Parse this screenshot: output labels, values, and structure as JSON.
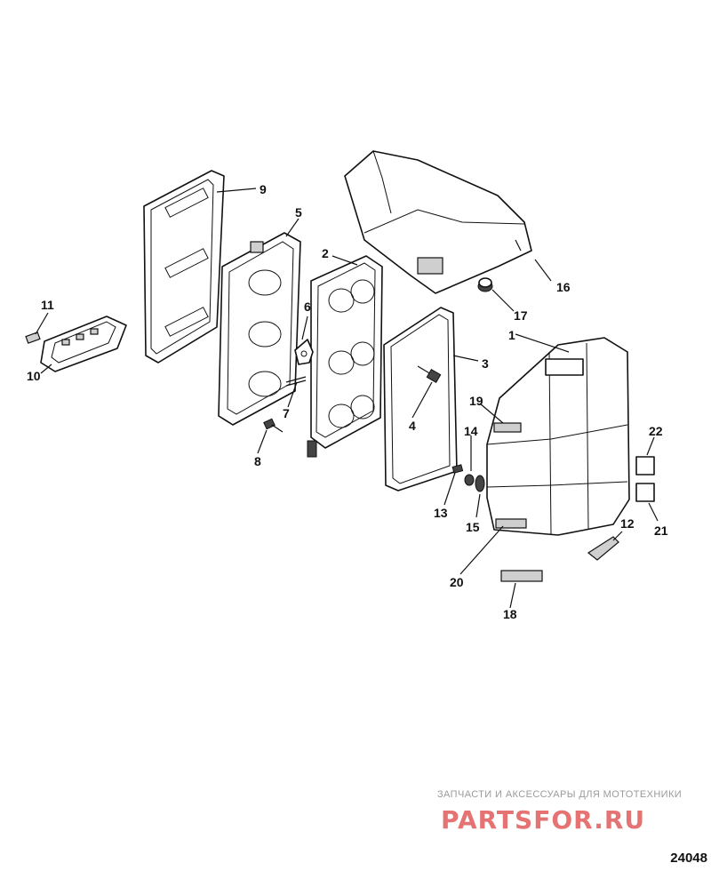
{
  "diagram": {
    "callouts": [
      "1",
      "2",
      "3",
      "4",
      "5",
      "6",
      "7",
      "8",
      "9",
      "10",
      "11",
      "12",
      "13",
      "14",
      "15",
      "16",
      "17",
      "18",
      "19",
      "20",
      "21",
      "22"
    ],
    "diagram_number": "24048"
  },
  "watermark": {
    "tagline": "ЗАПЧАСТИ И АКСЕССУАРЫ ДЛЯ МОТОТЕХНИКИ",
    "logo": "PARTSFOR.RU",
    "logo_color": "#e57373"
  }
}
